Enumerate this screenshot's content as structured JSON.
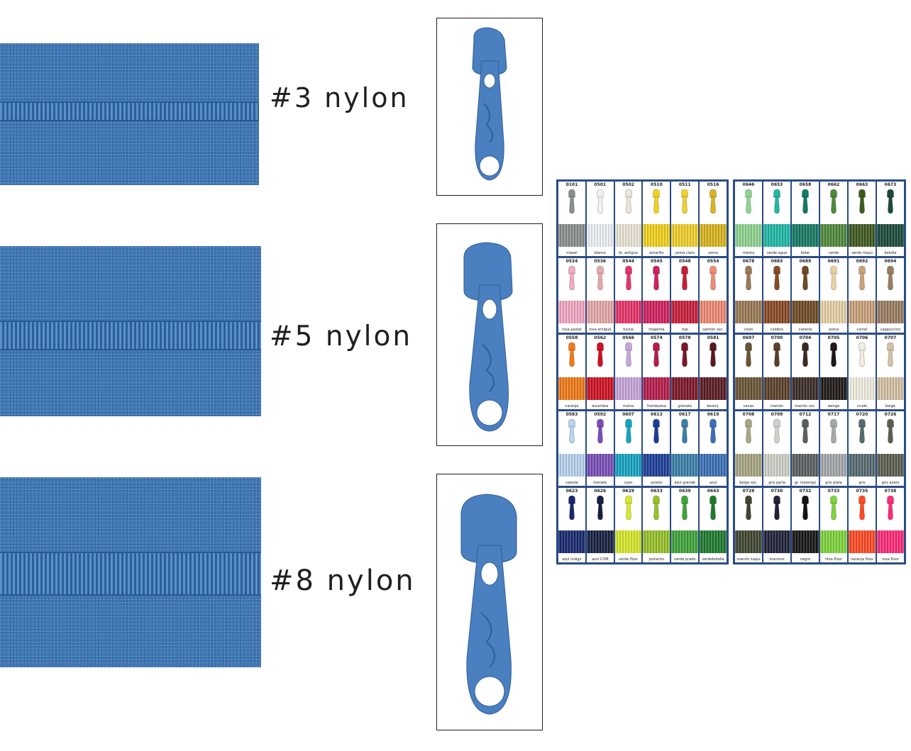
{
  "zippers": [
    {
      "size_label": "#3 nylon",
      "color": "#3f78b8"
    },
    {
      "size_label": "#5 nylon",
      "color": "#3f78b8"
    },
    {
      "size_label": "#8 nylon",
      "color": "#3f78b8"
    }
  ],
  "slider_color": "#4a7fc0",
  "color_card": {
    "left": [
      {
        "code": "0101",
        "name": "niquel",
        "color": "#8a8f8c"
      },
      {
        "code": "0501",
        "name": "blanco",
        "color": "#eef1f7"
      },
      {
        "code": "0502",
        "name": "bl. antiguo",
        "color": "#ece6d6"
      },
      {
        "code": "0510",
        "name": "amarillo",
        "color": "#f2d21c"
      },
      {
        "code": "0511",
        "name": "yema claro",
        "color": "#f0d02a"
      },
      {
        "code": "0516",
        "name": "yema",
        "color": "#d9b41e"
      },
      {
        "code": "0534",
        "name": "rosa pastel",
        "color": "#f4a9c4"
      },
      {
        "code": "0536",
        "name": "rosa antiguo",
        "color": "#e5a8a8"
      },
      {
        "code": "0544",
        "name": "fucsia",
        "color": "#e8336a"
      },
      {
        "code": "0545",
        "name": "magenta",
        "color": "#d2205e"
      },
      {
        "code": "0548",
        "name": "rojo",
        "color": "#c81e3a"
      },
      {
        "code": "0554",
        "name": "salmón osc.",
        "color": "#ee8a73"
      },
      {
        "code": "0558",
        "name": "naranja",
        "color": "#f27a16"
      },
      {
        "code": "0562",
        "name": "escarlata",
        "color": "#d01020"
      },
      {
        "code": "0566",
        "name": "malva",
        "color": "#c7a6da"
      },
      {
        "code": "0574",
        "name": "frambuesa",
        "color": "#b61b4b"
      },
      {
        "code": "0578",
        "name": "granate",
        "color": "#7c1628"
      },
      {
        "code": "0581",
        "name": "berenj.",
        "color": "#5a1a22"
      },
      {
        "code": "0583",
        "name": "celeste",
        "color": "#b8d4ee"
      },
      {
        "code": "0592",
        "name": "morado",
        "color": "#7a4eb8"
      },
      {
        "code": "0607",
        "name": "cyan",
        "color": "#15a4c2"
      },
      {
        "code": "0613",
        "name": "azulón",
        "color": "#1b3e96"
      },
      {
        "code": "0617",
        "name": "azul grande",
        "color": "#3b7fa9"
      },
      {
        "code": "0619",
        "name": "azul",
        "color": "#3a6fb8"
      },
      {
        "code": "0623",
        "name": "azul índigo",
        "color": "#17286e"
      },
      {
        "code": "0626",
        "name": "azul COM",
        "color": "#142040"
      },
      {
        "code": "0629",
        "name": "verde flúor",
        "color": "#d8e82a"
      },
      {
        "code": "0633",
        "name": "pistacho",
        "color": "#96c228"
      },
      {
        "code": "0639",
        "name": "verde prado",
        "color": "#3ea43a"
      },
      {
        "code": "0643",
        "name": "verdebotella",
        "color": "#1f7a2e"
      }
    ],
    "right": [
      {
        "code": "0646",
        "name": "menta",
        "color": "#8fd491"
      },
      {
        "code": "0653",
        "name": "verde agua",
        "color": "#1fb8a6"
      },
      {
        "code": "0658",
        "name": "billar",
        "color": "#137a62"
      },
      {
        "code": "0662",
        "name": "verde",
        "color": "#4f8a3a"
      },
      {
        "code": "0663",
        "name": "verde mayo",
        "color": "#3e5a1e"
      },
      {
        "code": "0673",
        "name": "botella",
        "color": "#1a4a3a"
      },
      {
        "code": "0678",
        "name": "visón",
        "color": "#9a7a55"
      },
      {
        "code": "0683",
        "name": "caldero",
        "color": "#8a4a25"
      },
      {
        "code": "0689",
        "name": "cañería",
        "color": "#6e4a22"
      },
      {
        "code": "0691",
        "name": "arena",
        "color": "#e6d2a6"
      },
      {
        "code": "0692",
        "name": "camel",
        "color": "#c9a27a"
      },
      {
        "code": "0694",
        "name": "cappuccino",
        "color": "#9a7e62"
      },
      {
        "code": "0697",
        "name": "cacao",
        "color": "#6a5535"
      },
      {
        "code": "0700",
        "name": "marrón",
        "color": "#5a3f2a"
      },
      {
        "code": "0704",
        "name": "marrón osc.",
        "color": "#3a2a24"
      },
      {
        "code": "0705",
        "name": "wenge",
        "color": "#1f1816"
      },
      {
        "code": "0706",
        "name": "crudo",
        "color": "#f1eee0"
      },
      {
        "code": "0707",
        "name": "beige",
        "color": "#d4c2a6"
      },
      {
        "code": "0708",
        "name": "beige osc.",
        "color": "#a9a683"
      },
      {
        "code": "0709",
        "name": "gris perla",
        "color": "#cfd1c9"
      },
      {
        "code": "0712",
        "name": "gr. marengo",
        "color": "#5a5f60"
      },
      {
        "code": "0717",
        "name": "gris plata",
        "color": "#a4a9ac"
      },
      {
        "code": "0720",
        "name": "gris",
        "color": "#556b70"
      },
      {
        "code": "0726",
        "name": "gris acero",
        "color": "#5c5e50"
      },
      {
        "code": "0728",
        "name": "marrón kaqui",
        "color": "#404530"
      },
      {
        "code": "0730",
        "name": "marrono",
        "color": "#1f2238"
      },
      {
        "code": "0732",
        "name": "negro",
        "color": "#141414"
      },
      {
        "code": "0733",
        "name": "lima flúor",
        "color": "#7ed43a"
      },
      {
        "code": "0735",
        "name": "naranja flúor",
        "color": "#ff4a22"
      },
      {
        "code": "0738",
        "name": "rosa flúor",
        "color": "#ff2a78"
      }
    ]
  }
}
